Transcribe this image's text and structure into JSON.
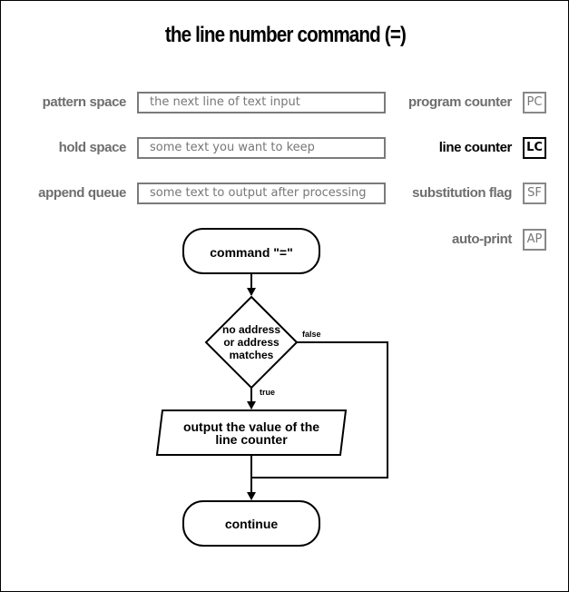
{
  "title": "the line number command (=)",
  "registers": [
    {
      "label": "pattern space",
      "value": "the next line of text input"
    },
    {
      "label": "hold space",
      "value": "some text you want to keep"
    },
    {
      "label": "append queue",
      "value": "some text to output after processing"
    }
  ],
  "flags": [
    {
      "label": "program counter",
      "code": "PC",
      "active": false
    },
    {
      "label": "line counter",
      "code": "LC",
      "active": true
    },
    {
      "label": "substitution flag",
      "code": "SF",
      "active": false
    },
    {
      "label": "auto-print",
      "code": "AP",
      "active": false
    }
  ],
  "flowchart": {
    "start": "command \"=\"",
    "decision_lines": [
      "no address",
      "or address",
      "matches"
    ],
    "true_label": "true",
    "false_label": "false",
    "action_lines": [
      "output the value of the",
      "line counter"
    ],
    "end": "continue"
  }
}
